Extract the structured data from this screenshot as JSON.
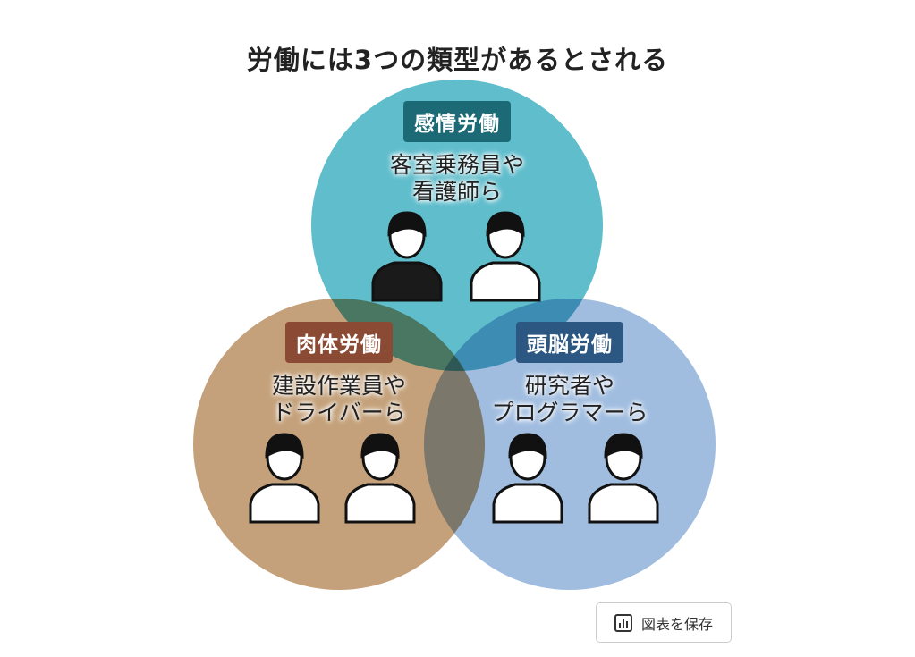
{
  "title": "労働には3つの類型があるとされる",
  "circles": [
    {
      "label": "感情労働",
      "line1": "客室乗務員や",
      "line2": "看護師ら",
      "color": "#5fbdcc",
      "label_color": "#1d6a77"
    },
    {
      "label": "肉体労働",
      "line1": "建設作業員や",
      "line2": "ドライバーら",
      "color": "#c4a17a",
      "label_color": "#8a4a33"
    },
    {
      "label": "頭脳労働",
      "line1": "研究者や",
      "line2": "プログラマーら",
      "color": "#a0bde0",
      "label_color": "#2b5782"
    }
  ],
  "save_button": {
    "label": "図表を保存",
    "icon": "bar-chart-icon"
  }
}
